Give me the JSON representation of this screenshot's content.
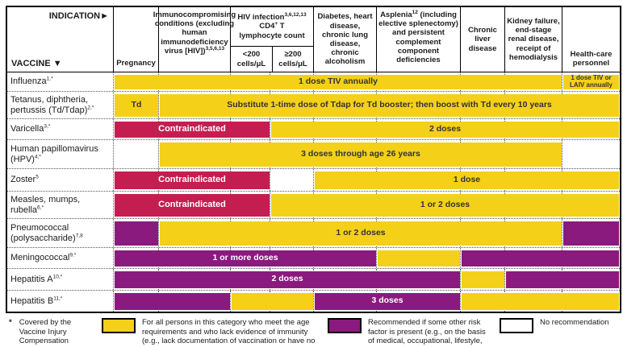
{
  "colors": {
    "yellow": "#F4D019",
    "purple": "#8A1A7E",
    "red": "#C41E51",
    "border": "#000000"
  },
  "header": {
    "indication_label": "INDICATION",
    "indication_arrow": "►",
    "vaccine_label": "VACCINE",
    "vaccine_arrow": "▼",
    "columns": {
      "pregnancy": "Pregnancy",
      "immuno": {
        "text": "Immunocompromising conditions (excluding human immunodeficiency virus [HIV])",
        "sup": "3,5,6,13"
      },
      "hiv": {
        "t1": "HIV infection",
        "sup1": "3,6,12,13",
        "t2": "CD4",
        "sup2": "+",
        "t3": " T",
        "t4": "lymphocyte count",
        "lt200": "<200 cells/μL",
        "gte200": "≥200 cells/μL"
      },
      "diabetes": "Diabetes, heart disease, chronic lung disease, chronic alcoholism",
      "asplenia": {
        "t1": "Asplenia",
        "sup": "12",
        "t2": " (including elective splenectomy) and persistent complement component deficiencies"
      },
      "liver": "Chronic liver disease",
      "kidney": "Kidney failure, end-stage renal disease, receipt of hemodialysis",
      "healthcare": "Health-care personnel"
    }
  },
  "rows": [
    {
      "label": "Influenza",
      "sup": "1,*",
      "segments": [
        {
          "start": 1,
          "span": 8,
          "color": "yellow",
          "text": "1 dose TIV annually"
        },
        {
          "start": 9,
          "span": 1,
          "color": "yellow",
          "small": true,
          "text": "1 dose TIV or LAIV annually"
        }
      ]
    },
    {
      "label": "Tetanus, diphtheria, pertussis (Td/Tdap)",
      "sup": "2,*",
      "segments": [
        {
          "start": 1,
          "span": 1,
          "color": "yellow",
          "text": "Td"
        },
        {
          "start": 2,
          "span": 8,
          "color": "yellow",
          "text": "Substitute 1-time dose of Tdap for Td booster; then boost with Td every 10 years"
        }
      ]
    },
    {
      "label": "Varicella",
      "sup": "3,*",
      "segments": [
        {
          "start": 1,
          "span": 3,
          "color": "red",
          "text": "Contraindicated"
        },
        {
          "start": 4,
          "span": 6,
          "color": "yellow",
          "text": "2 doses"
        }
      ]
    },
    {
      "label": "Human papillomavirus (HPV)",
      "sup": "4,*",
      "segments": [
        {
          "start": 2,
          "span": 7,
          "color": "yellow",
          "text": "3 doses through age 26 years"
        }
      ]
    },
    {
      "label": "Zoster",
      "sup": "5",
      "segments": [
        {
          "start": 1,
          "span": 3,
          "color": "red",
          "text": "Contraindicated"
        },
        {
          "start": 5,
          "span": 5,
          "color": "yellow",
          "text": "1 dose"
        }
      ]
    },
    {
      "label": "Measles, mumps, rubella",
      "sup": "6,*",
      "segments": [
        {
          "start": 1,
          "span": 3,
          "color": "red",
          "text": "Contraindicated"
        },
        {
          "start": 4,
          "span": 6,
          "color": "yellow",
          "text": "1 or 2 doses"
        }
      ]
    },
    {
      "label": "Pneumococcal (polysaccharide)",
      "sup": "7,8",
      "segments": [
        {
          "start": 1,
          "span": 1,
          "color": "purple",
          "text": ""
        },
        {
          "start": 2,
          "span": 7,
          "color": "yellow",
          "text": "1 or 2 doses"
        },
        {
          "start": 9,
          "span": 1,
          "color": "purple",
          "text": ""
        }
      ]
    },
    {
      "label": "Meningococcal",
      "sup": "9,*",
      "segments": [
        {
          "start": 1,
          "span": 5,
          "color": "purple",
          "text": "1 or more doses"
        },
        {
          "start": 6,
          "span": 1,
          "color": "yellow",
          "text": ""
        },
        {
          "start": 7,
          "span": 3,
          "color": "purple",
          "text": ""
        }
      ]
    },
    {
      "label": "Hepatitis A",
      "sup": "10,*",
      "segments": [
        {
          "start": 1,
          "span": 6,
          "color": "purple",
          "text": "2 doses"
        },
        {
          "start": 7,
          "span": 1,
          "color": "yellow",
          "text": ""
        },
        {
          "start": 8,
          "span": 2,
          "color": "purple",
          "text": ""
        }
      ]
    },
    {
      "label": "Hepatitis B",
      "sup": "11,*",
      "segments": [
        {
          "start": 1,
          "span": 2,
          "color": "purple",
          "text": ""
        },
        {
          "start": 3,
          "span": 2,
          "color": "yellow",
          "text": ""
        },
        {
          "start": 5,
          "span": 2,
          "color": "purple",
          "text": "3 doses"
        },
        {
          "start": 7,
          "span": 3,
          "color": "yellow",
          "text": ""
        }
      ]
    }
  ],
  "legend": {
    "covered_star": "*",
    "covered_text": "Covered by the Vaccine Injury Compensation Program",
    "yellow_text": "For all persons in this category who meet the age requirements and who lack evidence of immunity (e.g., lack documentation of vaccination or have no evidence of previous infection)",
    "purple_text": "Recommended if some other risk factor is present (e.g., on the basis of medical, occupational, lifestyle, or other indications)",
    "none_text": "No recommendation"
  }
}
